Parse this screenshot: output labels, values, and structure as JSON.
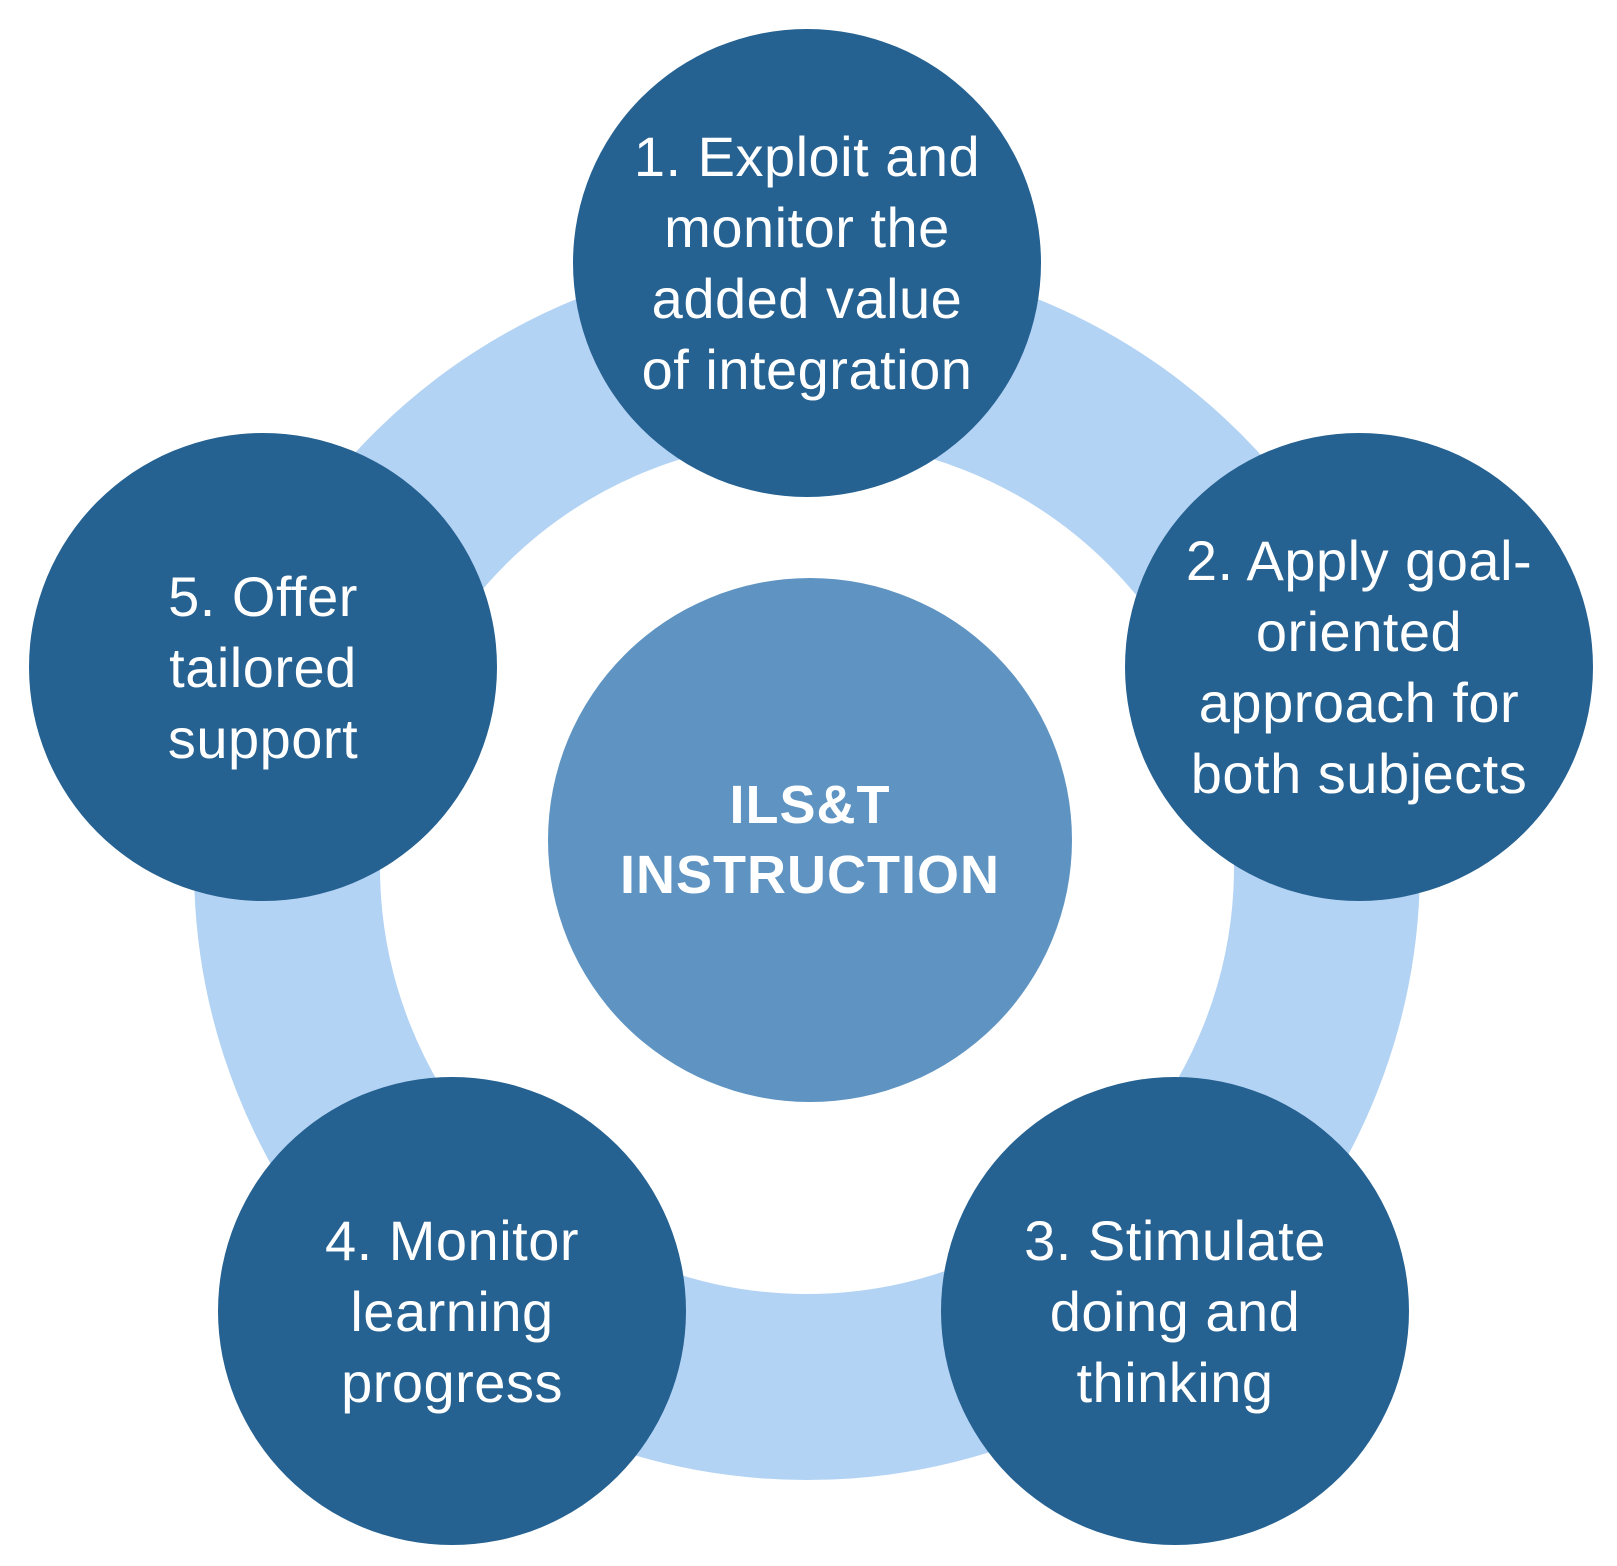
{
  "center": {
    "label": "ILS&T INSTRUCTION"
  },
  "steps": [
    {
      "label": "1. Exploit and monitor the added value of integration"
    },
    {
      "label": "2. Apply goal-oriented approach for both subjects"
    },
    {
      "label": "3. Stimulate doing and thinking"
    },
    {
      "label": "4. Monitor learning progress"
    },
    {
      "label": "5. Offer tailored support"
    }
  ],
  "colors": {
    "ring": "#b3d3f4",
    "step_fill": "#256191",
    "center_fill": "#5f94c2",
    "text": "#ffffff",
    "background": "#ffffff"
  }
}
